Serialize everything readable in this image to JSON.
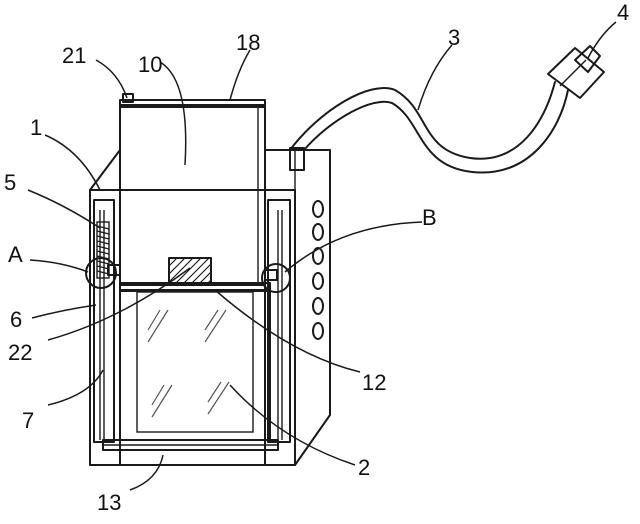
{
  "labels": {
    "l1": "1",
    "l2": "2",
    "l3": "3",
    "l4": "4",
    "l5": "5",
    "l6": "6",
    "l7": "7",
    "l10": "10",
    "l12": "12",
    "l13": "13",
    "l18": "18",
    "l21": "21",
    "l22": "22",
    "lA": "A",
    "lB": "B"
  }
}
